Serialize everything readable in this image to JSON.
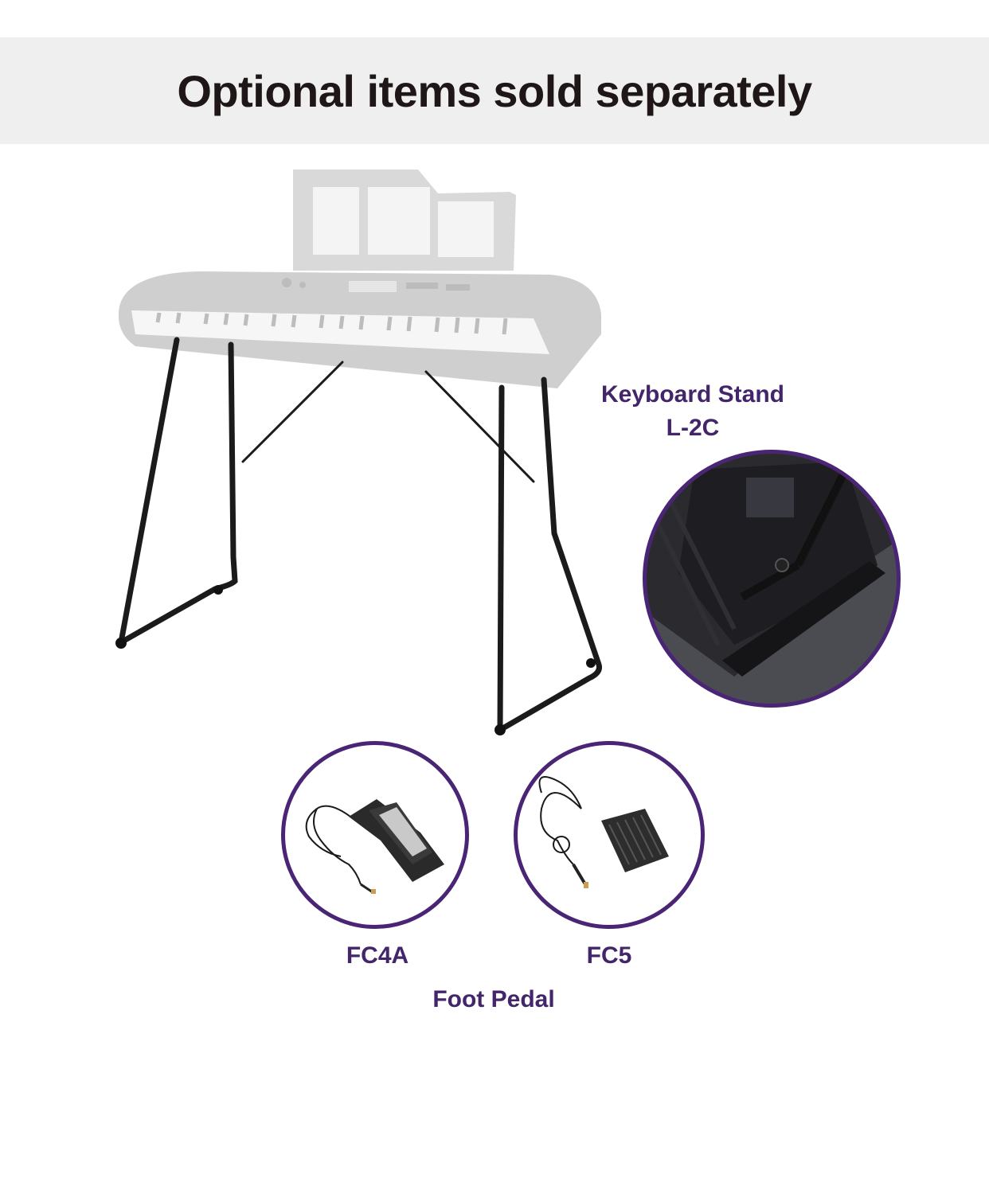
{
  "header": {
    "title": "Optional items sold separately"
  },
  "stand": {
    "name": "Keyboard Stand",
    "model": "L-2C"
  },
  "pedals": {
    "fc4a": "FC4A",
    "fc5": "FC5",
    "group_label": "Foot Pedal"
  },
  "colors": {
    "accent": "#4a2475",
    "label": "#43256b",
    "banner_bg": "#efefef",
    "title": "#1f1717"
  }
}
